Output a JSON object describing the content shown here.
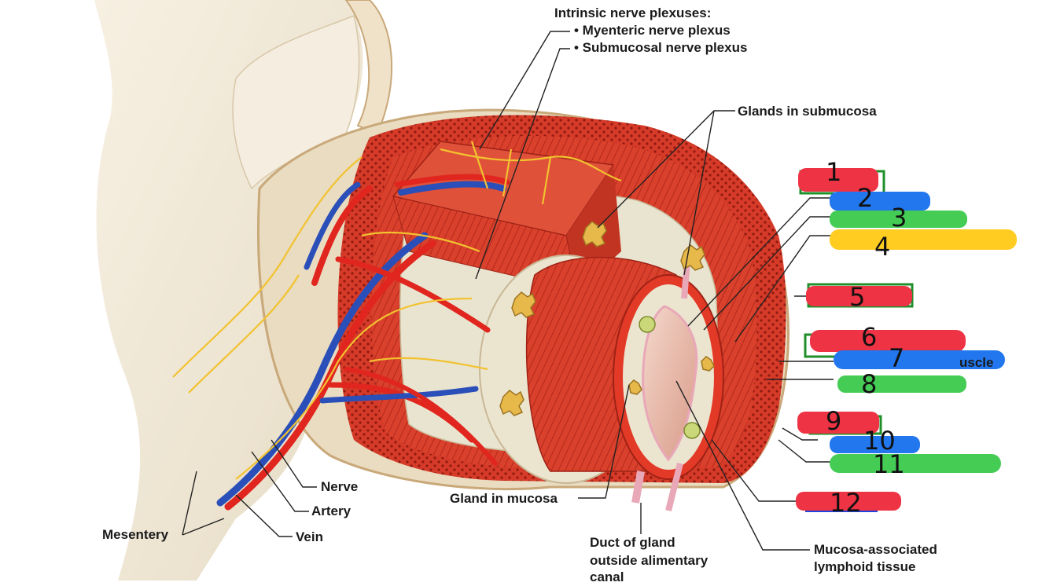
{
  "labels": {
    "intrinsic_title": "Intrinsic nerve plexuses:",
    "myenteric": "• Myenteric nerve plexus",
    "submucosal": "• Submucosal nerve plexus",
    "glands_submucosa": "Glands in submucosa",
    "nerve": "Nerve",
    "artery": "Artery",
    "vein": "Vein",
    "mesentery": "Mesentery",
    "gland_mucosa": "Gland in mucosa",
    "duct_line1": "Duct of gland",
    "duct_line2": "outside alimentary",
    "duct_line3": "canal",
    "malt_line1": "Mucosa-associated",
    "malt_line2": "lymphoid tissue",
    "muscle_fragment": "uscle"
  },
  "annotations": [
    {
      "number": "1",
      "color": "#ee3344"
    },
    {
      "number": "2",
      "color": "#2277ee"
    },
    {
      "number": "3",
      "color": "#44cc55"
    },
    {
      "number": "4",
      "color": "#ffcc22"
    },
    {
      "number": "5",
      "color": "#ee3344"
    },
    {
      "number": "6",
      "color": "#ee3344"
    },
    {
      "number": "7",
      "color": "#2277ee"
    },
    {
      "number": "8",
      "color": "#44cc55"
    },
    {
      "number": "9",
      "color": "#ee3344"
    },
    {
      "number": "10",
      "color": "#2277ee"
    },
    {
      "number": "11",
      "color": "#44cc55"
    },
    {
      "number": "12",
      "color": "#ee3344"
    }
  ],
  "colors": {
    "muscle": "#d83a2a",
    "muscle_dark": "#b02418",
    "submucosa": "#e9e4d0",
    "serosa": "#efe2c8",
    "mesentery": "#f2ead9",
    "nerve_yellow": "#f2c230",
    "vein_blue": "#2a4fb8",
    "artery_red": "#e0261e",
    "label_box_green": "#1f8f2a"
  }
}
